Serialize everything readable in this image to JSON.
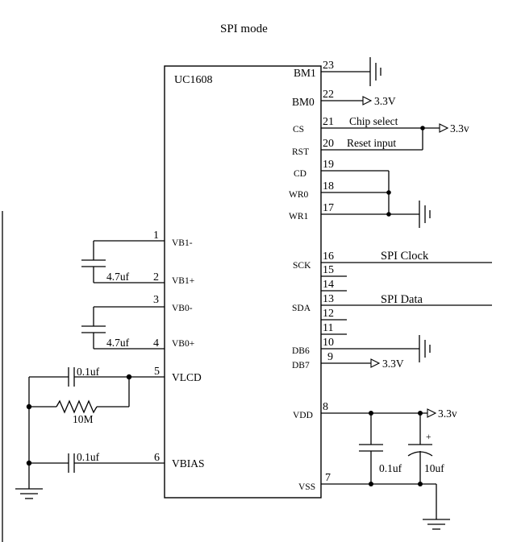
{
  "title": "SPI mode",
  "chip": {
    "name": "UC1608"
  },
  "left_pins": [
    {
      "num": "1",
      "name": "VB1-"
    },
    {
      "num": "2",
      "name": "VB1+"
    },
    {
      "num": "3",
      "name": "VB0-"
    },
    {
      "num": "4",
      "name": "VB0+"
    },
    {
      "num": "5",
      "name": "VLCD"
    },
    {
      "num": "6",
      "name": "VBIAS"
    }
  ],
  "right_pins": [
    {
      "num": "23",
      "name": "BM1"
    },
    {
      "num": "22",
      "name": "BM0"
    },
    {
      "num": "21",
      "name": "CS"
    },
    {
      "num": "20",
      "name": "RST"
    },
    {
      "num": "19",
      "name": "CD"
    },
    {
      "num": "18",
      "name": "WR0"
    },
    {
      "num": "17",
      "name": "WR1"
    },
    {
      "num": "16",
      "name": "SCK"
    },
    {
      "num": "15",
      "name": ""
    },
    {
      "num": "14",
      "name": ""
    },
    {
      "num": "13",
      "name": "SDA"
    },
    {
      "num": "12",
      "name": ""
    },
    {
      "num": "11",
      "name": ""
    },
    {
      "num": "10",
      "name": "DB6"
    },
    {
      "num": "9",
      "name": "DB7"
    },
    {
      "num": "8",
      "name": "VDD"
    },
    {
      "num": "7",
      "name": "VSS"
    }
  ],
  "net_labels": {
    "chip_select": "Chip select",
    "reset_input": "Reset input",
    "spi_clock": "SPI Clock",
    "spi_data": "SPI Data"
  },
  "power_labels": {
    "bm0": "3.3V",
    "cs": "3.3v",
    "db7": "3.3V",
    "vdd": "3.3v"
  },
  "components": {
    "c_vb1": "4.7uf",
    "c_vb0": "4.7uf",
    "c_vlcd": "0.1uf",
    "r_vlcd": "10M",
    "c_vbias": "0.1uf",
    "c_vdd": "0.1uf",
    "c_vdd_elec": "10uf",
    "c_vdd_elec_polarity": "+"
  }
}
